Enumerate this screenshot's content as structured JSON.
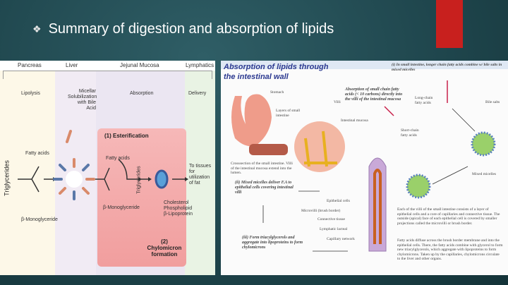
{
  "slide": {
    "title": "Summary of digestion and absorption of lipids",
    "bullet_icon": "diamond-bullet-icon",
    "accent_color": "#c8201e"
  },
  "left_figure": {
    "columns": [
      "Pancreas",
      "Liver",
      "Jejunal Mucosa",
      "Lymphatics"
    ],
    "stages": [
      "Lipolysis",
      "Micellar Solubilization with Bile Acid",
      "Absorption",
      "Delivery"
    ],
    "triglycerides": "Triglycerides",
    "fatty_acids": "Fatty acids",
    "monoglyceride": "β-Monoglyceride",
    "esterification": "(1) Esterification",
    "fatty_acids_2": "Fatty acids",
    "monoglyceride_2": "β-Monoglyceride",
    "triglycerides_2": "Triglycerides",
    "chylo_components": [
      "Cholesterol",
      "Phospholipid",
      "β-Lipoprotein"
    ],
    "chylomicron": "(2) Chylomicron formation",
    "delivery_text": "To tissues for utilization of fat"
  },
  "right_figure": {
    "title_line1": "Absorption of lipids through",
    "title_line2": "the intestinal wall",
    "note_i": "(i) In small intestine, longer chain fatty acids combine w/ bile salts in mixed micelles",
    "note_small": "Absorption of small chain fatty acids (< 10 carbons) directly into the villi of the intestinal mucosa",
    "note_ii": "(ii) Mixed micelles deliver F.A to epithelial cells covering intestinal villi",
    "note_iii": "(iii) Form triacylglycerols and aggregate into lipoproteins to form chylomicrons",
    "labels": {
      "stomach": "Stomach",
      "layers": "Layers of small intestine",
      "villi": "Villi",
      "mucosa": "Intestinal mucosa",
      "cross": "Crosssection of the small intestine. Villi of the intestinal mucosa extend into the lumen.",
      "long_chain": "Long-chain fatty acids",
      "bile": "Bile salts",
      "short_chain": "Short-chain fatty acids",
      "mixed": "Mixed micelles",
      "epithelial": "Epithelial cells",
      "microvilli": "Microvilli (brush border)",
      "connective": "Connective tissue",
      "lymphatic": "Lymphatic lacteal",
      "capillary": "Capillary network"
    },
    "para1": "Each of the villi of the small intestine consists of a layer of epithelial cells and a core of capillaries and connective tissue. The outside (apical) face of each epithelial cell is covered by smaller projections called the microvilli or brush border.",
    "para2": "Fatty acids diffuse across the brush border membrane and into the epithelial cells. There, the fatty acids combine with glycerol to form new triacylglycerols, which aggregate with lipoproteins to form chylomicrons. Taken up by the capillaries, chylomicrons circulate to the liver and other organs."
  }
}
